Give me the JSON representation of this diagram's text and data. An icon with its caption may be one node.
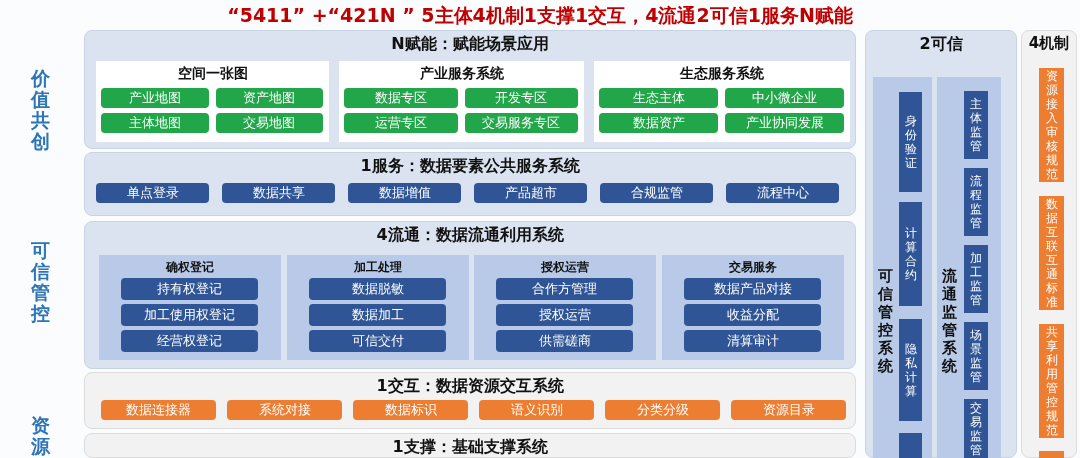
{
  "diagram": {
    "title": "“5411” +“421N ” 5主体4机制1支撑1交互，4流通2可信1服务N赋能",
    "nodes": [
      {
        "text": [
          "N赋能：赋能场景应用"
        ]
      },
      {
        "text": [
          "空间一张图"
        ],
        "in": 0
      },
      {
        "text": [
          "产业地图"
        ],
        "in": 1
      },
      {
        "text": [
          "资产地图"
        ],
        "in": 1
      },
      {
        "text": [
          "主体地图"
        ],
        "in": 1
      },
      {
        "text": [
          "交易地图"
        ],
        "in": 1
      },
      {
        "text": [
          "产业服务系统"
        ],
        "in": 0
      },
      {
        "text": [
          "数据专区"
        ],
        "in": 6
      },
      {
        "text": [
          "开发专区"
        ],
        "in": 6
      },
      {
        "text": [
          "运营专区"
        ],
        "in": 6
      },
      {
        "text": [
          "交易服务专区"
        ],
        "in": 6
      },
      {
        "text": [
          "生态服务系统"
        ],
        "in": 0
      },
      {
        "text": [
          "生态主体"
        ],
        "in": 11
      },
      {
        "text": [
          "中小微企业"
        ],
        "in": 11
      },
      {
        "text": [
          "数据资产"
        ],
        "in": 11
      },
      {
        "text": [
          "产业协同发展"
        ],
        "in": 11
      },
      {
        "text": [
          "1服务：数据要素公共服务系统"
        ]
      },
      {
        "text": [
          "单点登录"
        ],
        "in": 16
      },
      {
        "text": [
          "数据共享"
        ],
        "in": 16
      },
      {
        "text": [
          "数据增值"
        ],
        "in": 16
      },
      {
        "text": [
          "产品超市"
        ],
        "in": 16
      },
      {
        "text": [
          "合规监管"
        ],
        "in": 16
      },
      {
        "text": [
          "流程中心"
        ],
        "in": 16
      },
      {
        "text": [
          "4流通：数据流通利用系统"
        ]
      },
      {
        "text": [
          "确权登记"
        ],
        "in": 23
      },
      {
        "text": [
          "持有权登记"
        ],
        "in": 24
      },
      {
        "text": [
          "加工使用权登记"
        ],
        "in": 24
      },
      {
        "text": [
          "经营权登记"
        ],
        "in": 24
      },
      {
        "text": [
          "加工处理"
        ],
        "in": 23
      },
      {
        "text": [
          "数据脱敏"
        ],
        "in": 28
      },
      {
        "text": [
          "数据加工"
        ],
        "in": 28
      },
      {
        "text": [
          "可信交付"
        ],
        "in": 28
      },
      {
        "text": [
          "授权运营"
        ],
        "in": 23
      },
      {
        "text": [
          "合作方管理"
        ],
        "in": 32
      },
      {
        "text": [
          "授权运营"
        ],
        "in": 32
      },
      {
        "text": [
          "供需磋商"
        ],
        "in": 32
      },
      {
        "text": [
          "交易服务"
        ],
        "in": 23
      },
      {
        "text": [
          "数据产品对接"
        ],
        "in": 36
      },
      {
        "text": [
          "收益分配"
        ],
        "in": 36
      },
      {
        "text": [
          "清算审计"
        ],
        "in": 36
      },
      {
        "text": [
          "1交互：数据资源交互系统"
        ]
      },
      {
        "text": [
          "数据连接器"
        ],
        "in": 40
      },
      {
        "text": [
          "系统对接"
        ],
        "in": 40
      },
      {
        "text": [
          "数据标识"
        ],
        "in": 40
      },
      {
        "text": [
          "语义识别"
        ],
        "in": 40
      },
      {
        "text": [
          "分类分级"
        ],
        "in": 40
      },
      {
        "text": [
          "资源目录"
        ],
        "in": 40
      },
      {
        "text": [
          "1支撑：基础支撑系统"
        ]
      },
      {
        "text": [
          "2可信"
        ]
      },
      {
        "text": [
          "可信管控系统"
        ],
        "in": 48
      },
      {
        "text": [
          "身份验证"
        ],
        "in": 49
      },
      {
        "text": [
          "计算合约"
        ],
        "in": 49
      },
      {
        "text": [
          "隐私计算"
        ],
        "in": 49
      },
      {
        "text": [],
        "shape": "box",
        "in": 49
      },
      {
        "text": [
          "流通监管系统"
        ],
        "in": 48
      },
      {
        "text": [
          "主体监管"
        ],
        "in": 54
      },
      {
        "text": [
          "流程监管"
        ],
        "in": 54
      },
      {
        "text": [
          "加工监管"
        ],
        "in": 54
      },
      {
        "text": [
          "场景监管"
        ],
        "in": 54
      },
      {
        "text": [
          "交易监管"
        ],
        "in": 54
      },
      {
        "text": [
          "4机制"
        ]
      },
      {
        "text": [
          "资源接入审核规范"
        ],
        "in": 60
      },
      {
        "text": [
          "数据互联互通标准"
        ],
        "in": 60
      },
      {
        "text": [
          "共享利用管控规范"
        ],
        "in": 60
      },
      {
        "text": [],
        "shape": "box",
        "in": 60
      }
    ],
    "labels": [
      "价值共创",
      "可信管控",
      "资源"
    ]
  }
}
